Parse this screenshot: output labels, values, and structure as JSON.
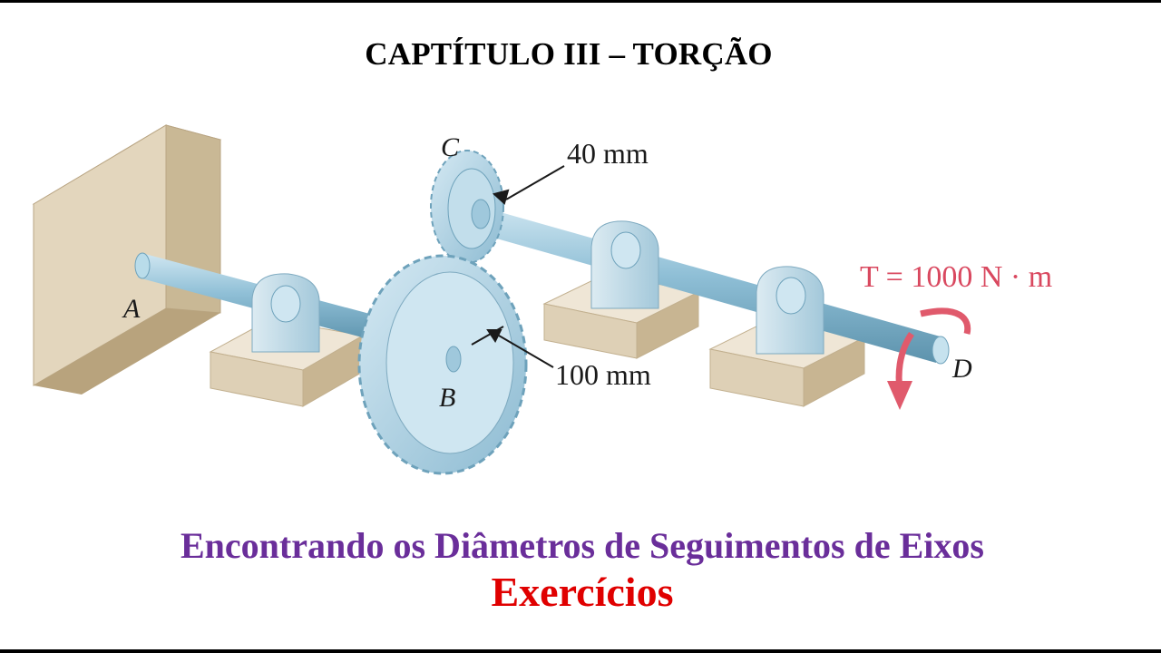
{
  "header": {
    "chapter_title": "CAPTÍTULO III – TORÇÃO"
  },
  "diagram": {
    "labels": {
      "point_a": "A",
      "point_b": "B",
      "point_c": "C",
      "point_d": "D",
      "gear_c_radius": "40 mm",
      "gear_b_radius": "100 mm",
      "torque": "T = 1000 N · m"
    }
  },
  "footer": {
    "subtitle": "Encontrando os Diâmetros de Seguimentos de Eixos",
    "section": "Exercícios"
  },
  "colors": {
    "subtitle": "#6a2e9a",
    "section": "#e00000",
    "torque": "#d9485f",
    "shaft": "#8fbfd6",
    "gear": "#a9cde0",
    "wall": "#e3d6bd",
    "block": "#e9dfcc"
  }
}
